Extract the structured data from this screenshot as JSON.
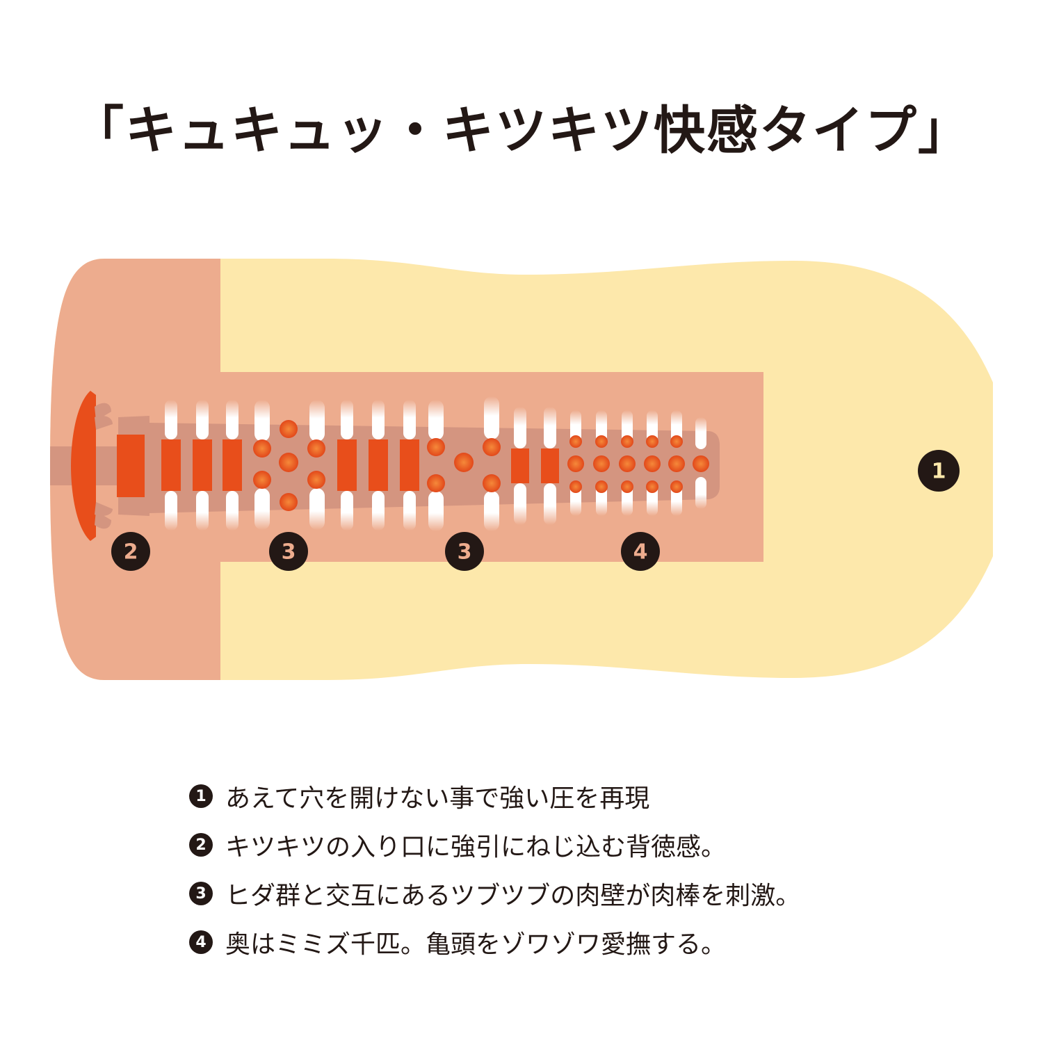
{
  "title": "「キュキュッ・キツキツ快感タイプ」",
  "markers": [
    "1",
    "2",
    "3",
    "3",
    "4"
  ],
  "features": [
    {
      "num": "1",
      "text": "あえて穴を開けない事で強い圧を再現"
    },
    {
      "num": "2",
      "text": "キツキツの入り口に強引にねじ込む背徳感。"
    },
    {
      "num": "3",
      "text": "ヒダ群と交互にあるツブツブの肉壁が肉棒を刺激。"
    },
    {
      "num": "4",
      "text": "奥はミミズ千匹。亀頭をゾワゾワ愛撫する。"
    }
  ],
  "colors": {
    "body": "#FDE8AB",
    "sleeve": "#EDAC8E",
    "channel": "#D49580",
    "rib": "#E84E1B",
    "ink": "#231815"
  }
}
